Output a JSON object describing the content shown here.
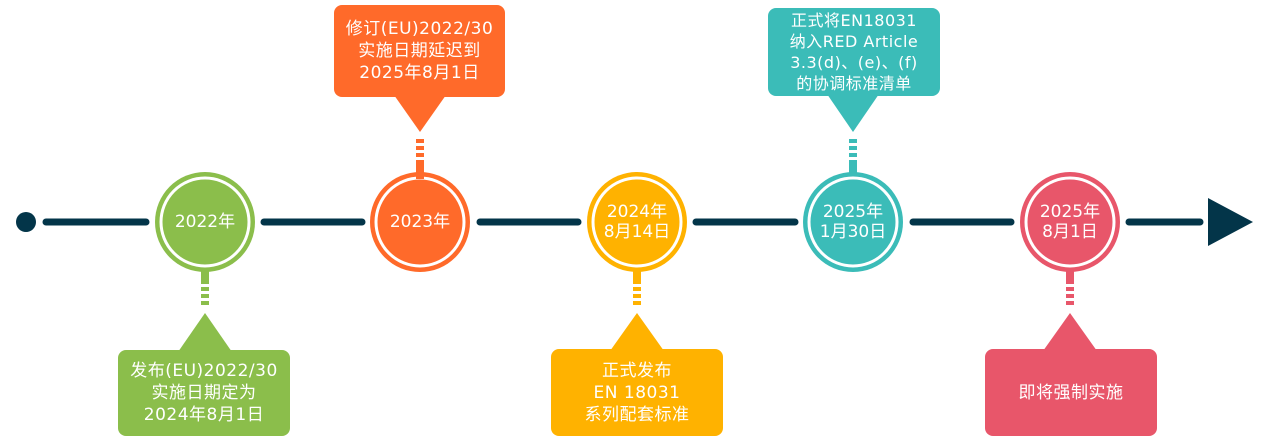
{
  "colors": {
    "axis": "#033549",
    "green": "#8BBE4B",
    "orange": "#FF6A2A",
    "yellow": "#FFB200",
    "teal": "#3BBCB8",
    "pink": "#E8566A"
  },
  "milestones": [
    {
      "date_lines": [
        "2022年"
      ],
      "note_lines": [
        "发布(EU)2022/30",
        "实施日期定为",
        "2024年8月1日"
      ],
      "note_position": "below"
    },
    {
      "date_lines": [
        "2023年"
      ],
      "note_lines": [
        "修订(EU)2022/30",
        "实施日期延迟到",
        "2025年8月1日"
      ],
      "note_position": "above"
    },
    {
      "date_lines": [
        "2024年",
        "8月14日"
      ],
      "note_lines": [
        "正式发布",
        "EN 18031",
        "系列配套标准"
      ],
      "note_position": "below"
    },
    {
      "date_lines": [
        "2025年",
        "1月30日"
      ],
      "note_lines": [
        "正式将EN18031",
        "纳入RED Article",
        "3.3(d)、(e)、(f)",
        "的协调标准清单"
      ],
      "note_position": "above"
    },
    {
      "date_lines": [
        "2025年",
        "8月1日"
      ],
      "note_lines": [
        "即将强制实施"
      ],
      "note_position": "below"
    }
  ]
}
